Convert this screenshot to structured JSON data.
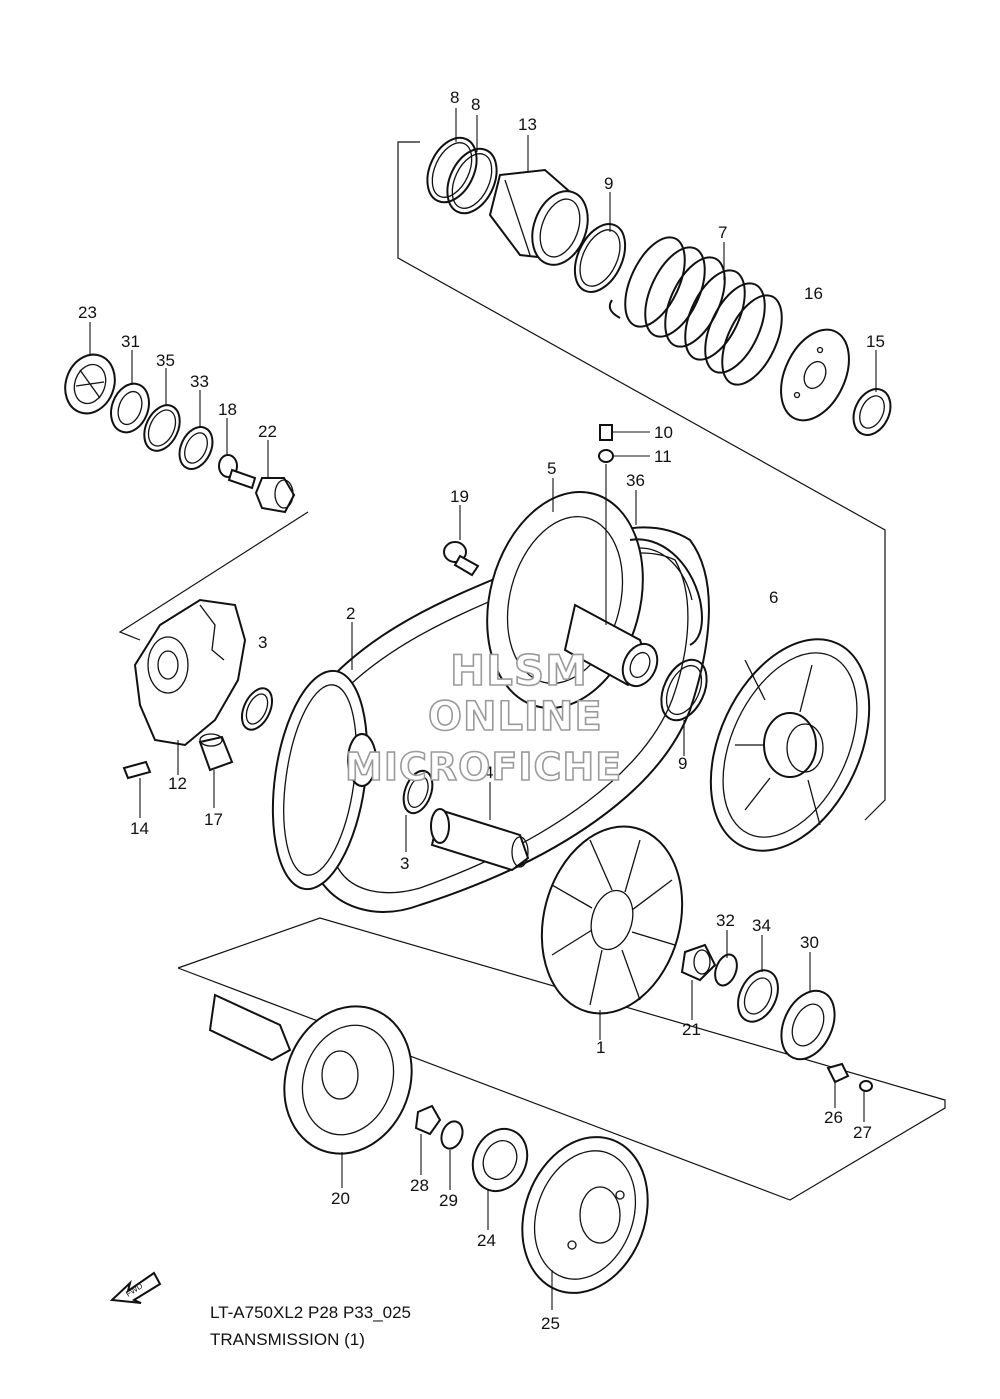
{
  "labels": {
    "p1": "1",
    "p2": "2",
    "p3a": "3",
    "p3b": "3",
    "p4": "4",
    "p5": "5",
    "p6": "6",
    "p7": "7",
    "p8a": "8",
    "p8b": "8",
    "p9a": "9",
    "p9b": "9",
    "p10": "10",
    "p11": "11",
    "p12": "12",
    "p13": "13",
    "p14": "14",
    "p15": "15",
    "p16": "16",
    "p17": "17",
    "p18": "18",
    "p19": "19",
    "p20": "20",
    "p21": "21",
    "p22": "22",
    "p23": "23",
    "p24": "24",
    "p25": "25",
    "p26": "26",
    "p27": "27",
    "p28": "28",
    "p29": "29",
    "p30": "30",
    "p31": "31",
    "p32": "32",
    "p33": "33",
    "p34": "34",
    "p35": "35",
    "p36": "36"
  },
  "caption": {
    "code": "LT-A750XL2 P28 P33_025",
    "title": "TRANSMISSION (1)"
  },
  "arrow_label": "FWD",
  "watermark": {
    "line1": "HLSM",
    "line2": "ONLINE",
    "line3": "MICROFICHE"
  }
}
